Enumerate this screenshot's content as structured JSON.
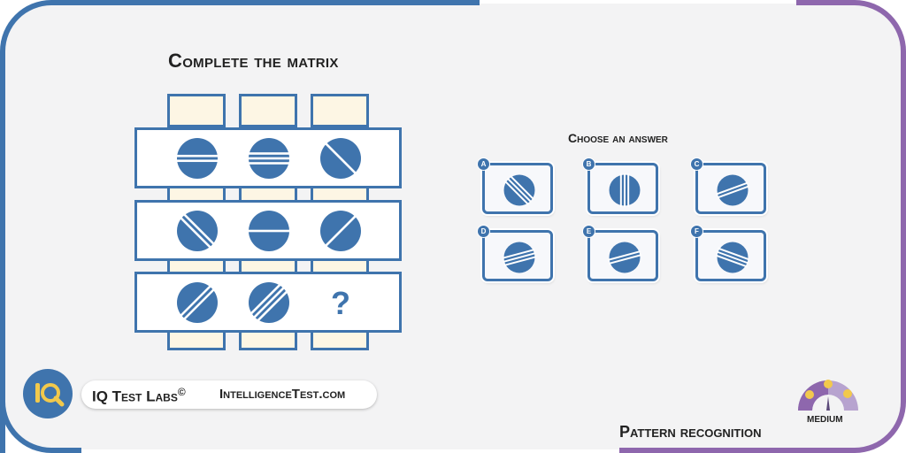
{
  "puzzle": {
    "title": "Complete the matrix",
    "missing_symbol": "?",
    "rows": [
      [
        {
          "stripes": 2,
          "angle": 0
        },
        {
          "stripes": 3,
          "angle": 0
        },
        {
          "stripes": 1,
          "angle": 45
        }
      ],
      [
        {
          "stripes": 2,
          "angle": 45
        },
        {
          "stripes": 1,
          "angle": 0
        },
        {
          "stripes": 1,
          "angle": -45
        }
      ],
      [
        {
          "stripes": 2,
          "angle": -45
        },
        {
          "stripes": 3,
          "angle": -45
        },
        null
      ]
    ]
  },
  "answers": {
    "prompt": "Choose an answer",
    "options": [
      {
        "label": "A",
        "stripes": 3,
        "angle": 45
      },
      {
        "label": "B",
        "stripes": 3,
        "angle": 90
      },
      {
        "label": "C",
        "stripes": 2,
        "angle": -20
      },
      {
        "label": "D",
        "stripes": 3,
        "angle": -15
      },
      {
        "label": "E",
        "stripes": 2,
        "angle": -15
      },
      {
        "label": "F",
        "stripes": 3,
        "angle": 20
      }
    ]
  },
  "brand": {
    "name": "IQ Test Labs",
    "copyright": "©",
    "site": "IntelligenceTest.com",
    "icon": "iq-magnifier-icon"
  },
  "footer": {
    "category": "Pattern recognition",
    "difficulty": "MEDIUM",
    "gauge_level": "medium"
  },
  "colors": {
    "primary": "#3f74ad",
    "accent": "#8e67ad",
    "tab": "#fdf6e4",
    "icon_yellow": "#f2c94c"
  }
}
